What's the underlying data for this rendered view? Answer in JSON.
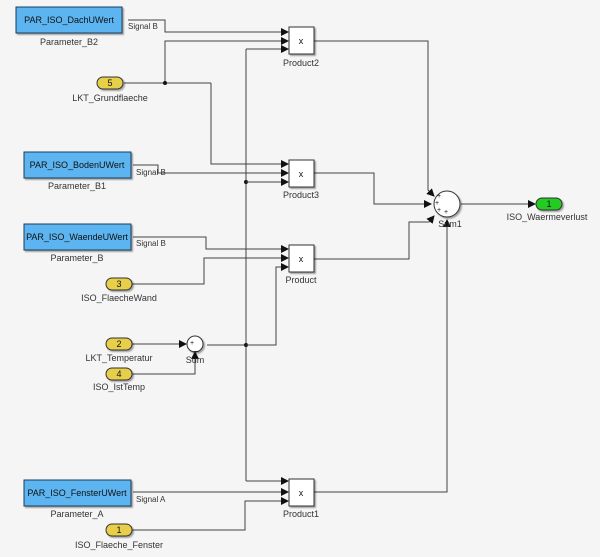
{
  "diagram": {
    "parameters": [
      {
        "id": "p_b2",
        "name": "PAR_ISO_DachUWert",
        "caption": "Parameter_B2",
        "signal": "Signal B"
      },
      {
        "id": "p_b1",
        "name": "PAR_ISO_BodenUWert",
        "caption": "Parameter_B1",
        "signal": "Signal B"
      },
      {
        "id": "p_b",
        "name": "PAR_ISO_WaendeUWert",
        "caption": "Parameter_B",
        "signal": "Signal B"
      },
      {
        "id": "p_a",
        "name": "PAR_ISO_FensterUWert",
        "caption": "Parameter_A",
        "signal": "Signal A"
      }
    ],
    "inports": [
      {
        "id": "in5",
        "number": "5",
        "name": "LKT_Grundflaeche"
      },
      {
        "id": "in3",
        "number": "3",
        "name": "ISO_FlaecheWand"
      },
      {
        "id": "in2",
        "number": "2",
        "name": "LKT_Temperatur"
      },
      {
        "id": "in4",
        "number": "4",
        "name": "ISO_IstTemp"
      },
      {
        "id": "in1",
        "number": "1",
        "name": "ISO_Flaeche_Fenster"
      }
    ],
    "products": [
      {
        "id": "prod2",
        "symbol": "x",
        "name": "Product2"
      },
      {
        "id": "prod3",
        "symbol": "x",
        "name": "Product3"
      },
      {
        "id": "prod",
        "symbol": "x",
        "name": "Product"
      },
      {
        "id": "prod1",
        "symbol": "x",
        "name": "Product1"
      }
    ],
    "sum": {
      "name": "Sum",
      "signs": "+-"
    },
    "sum1": {
      "name": "Sum1",
      "signs": "++++"
    },
    "outport": {
      "number": "1",
      "name": "ISO_Waermeverlust"
    },
    "colors": {
      "parameter_fill": "#5bb4f0",
      "inport_fill": "#e8cf4a",
      "outport_fill": "#22cc22",
      "background": "#f5f5f5"
    }
  }
}
